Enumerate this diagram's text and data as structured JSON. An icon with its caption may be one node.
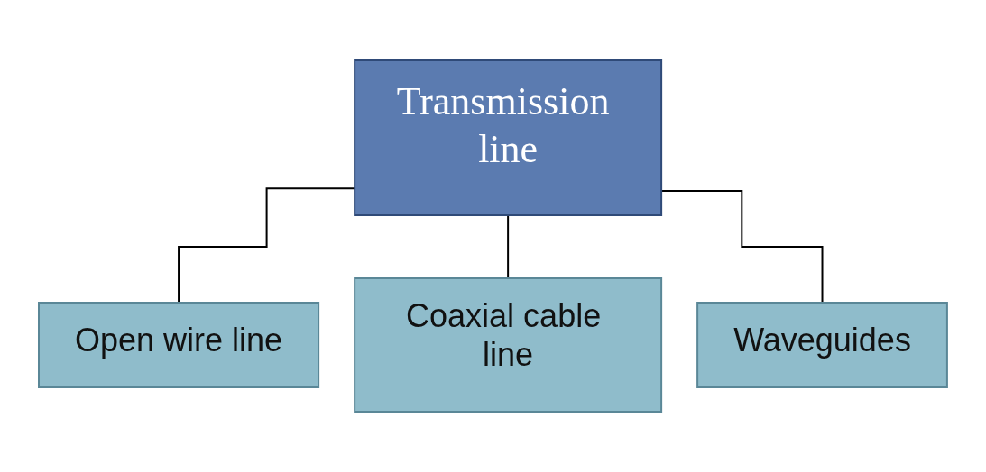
{
  "diagram": {
    "nodes": [
      {
        "text": [
          "Transmission line"
        ]
      },
      {
        "text": [
          "Open wire line"
        ]
      },
      {
        "text": [
          "Coaxial cable line"
        ]
      },
      {
        "text": [
          "Waveguides"
        ]
      }
    ],
    "edges": [
      {
        "from": 0,
        "to": 1,
        "arrow": "none"
      },
      {
        "from": 0,
        "to": 2,
        "arrow": "none"
      },
      {
        "from": 0,
        "to": 3,
        "arrow": "none"
      }
    ]
  }
}
